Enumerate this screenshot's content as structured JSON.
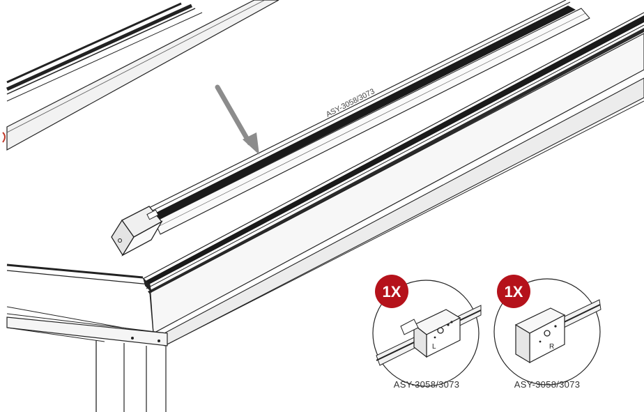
{
  "rail_label": "ASY-3058/3073",
  "callouts": [
    {
      "quantity": "1X",
      "part_letter": "L",
      "part_number": "ASY-3058/3073"
    },
    {
      "quantity": "1X",
      "part_letter": "R",
      "part_number": "ASY-3058/3073"
    }
  ],
  "colors": {
    "badge": "#b5121b",
    "line": "#222222",
    "arrow": "#8c8c8c",
    "panel_fill": "#ececec"
  }
}
